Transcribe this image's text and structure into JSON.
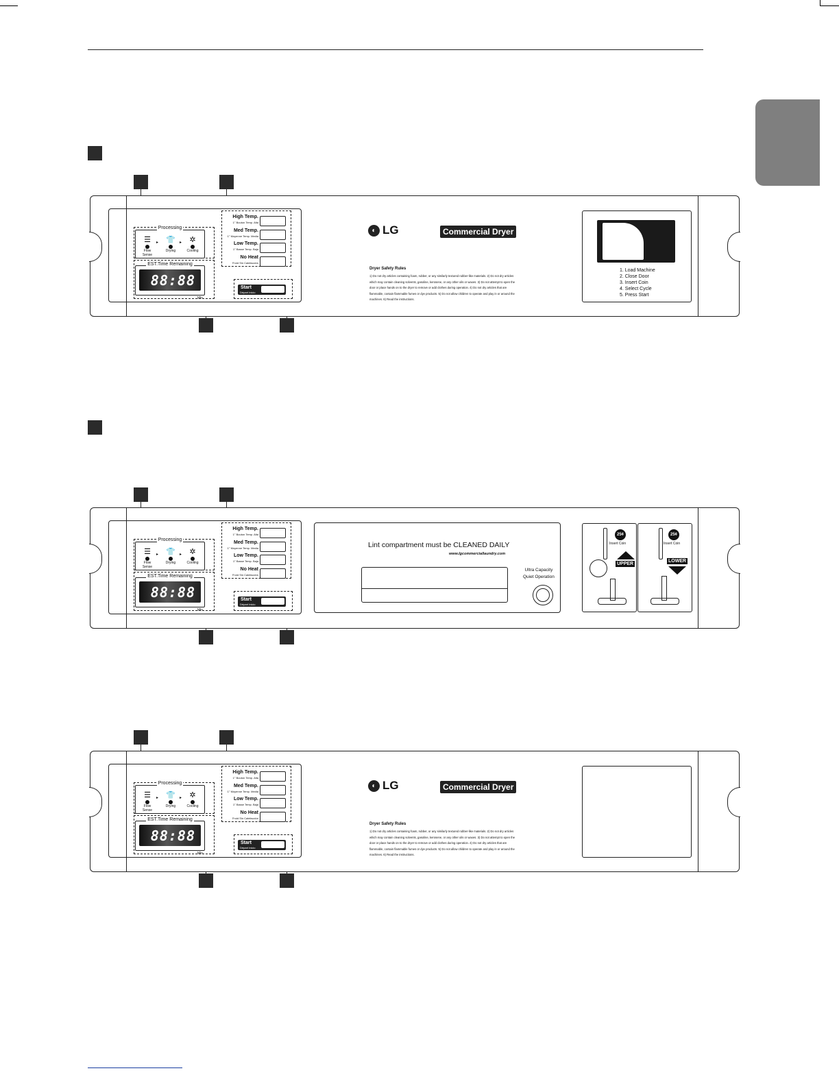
{
  "panel_common": {
    "processing_title": "Processing",
    "processing_steps": [
      "Flow Sense",
      "Drying",
      "Cooling"
    ],
    "time_title": "EST.Time Remaining",
    "time_display": "88:88",
    "time_unit": "Min",
    "temps": [
      {
        "name": "High Temp.",
        "sub": "1° Bouton Temp. Alta"
      },
      {
        "name": "Med Temp.",
        "sub": "1° Moyenne Temp. Media"
      },
      {
        "name": "Low Temp.",
        "sub": "1° Basse Temp. Baja"
      },
      {
        "name": "No Heat",
        "sub": "Froid Sin Calefacción"
      }
    ],
    "start_label": "Start",
    "start_sub": "Départ Inicio"
  },
  "panel1": {
    "logo": "LG",
    "badge": "Commercial Dryer",
    "rules_title": "Dryer Safety Rules",
    "rules_text": "1) Do not dry articles containing foam, rubber, or any similarly textured rubber-like materials. 2) Do not dry articles which may contain cleaning solvents, gasoline, kerosene, or any other oils or waxes. 3) Do not attempt to open the door or place hands on to the dryer to remove or add clothes during operation. 4) Do not dry articles that are flammable, contain flammable fumes or dye products. 5) Do not allow children to operate and play in or around the machines. 6) Read the instructions.",
    "steps": [
      "1. Load Machine",
      "2. Close Door",
      "3. Insert Coin",
      "4. Select Cycle",
      "5. Press Start"
    ]
  },
  "panel2": {
    "lint_text": "Lint compartment must be CLEANED DAILY",
    "lint_url": "www.lgcommerciallaundry.com",
    "capacity_line1": "Ultra Capacity",
    "capacity_line2": "Quiet Operation",
    "coin_value": "25¢",
    "insert_coin": "Insert Coin",
    "upper": "UPPER",
    "lower": "LOWER"
  },
  "panel3": {
    "logo": "LG",
    "badge": "Commercial Dryer",
    "rules_title": "Dryer Safety Rules",
    "rules_text": "1) Do not dry articles containing foam, rubber, or any similarly textured rubber-like materials. 2) Do not dry articles which may contain cleaning solvents, gasoline, kerosene, or any other oils or waxes. 3) Do not attempt to open the door or place hands on to the dryer to remove or add clothes during operation. 4) Do not dry articles that are flammable, contain flammable fumes or dye products. 5) Do not allow children to operate and play in or around the machines. 6) Read the instructions."
  }
}
